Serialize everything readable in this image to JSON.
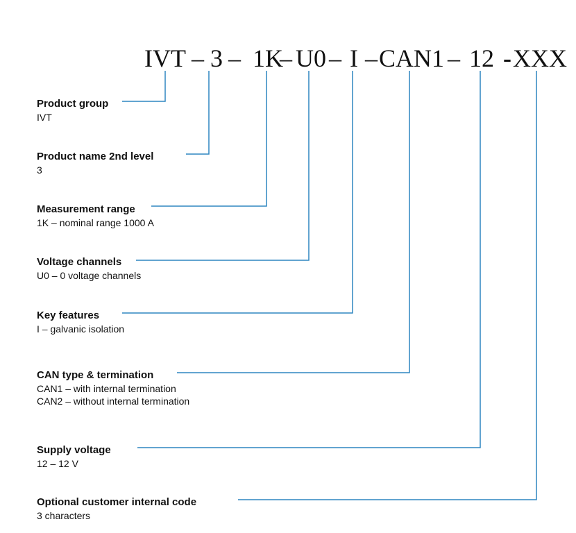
{
  "code_segments": [
    {
      "id": "ivt",
      "text": "IVT"
    },
    {
      "id": "d1",
      "text": "–"
    },
    {
      "id": "three",
      "text": "3"
    },
    {
      "id": "d2",
      "text": "–"
    },
    {
      "id": "onek",
      "text": "1K"
    },
    {
      "id": "d3",
      "text": "–"
    },
    {
      "id": "u0",
      "text": "U0"
    },
    {
      "id": "d4",
      "text": "–"
    },
    {
      "id": "i",
      "text": "I"
    },
    {
      "id": "d5",
      "text": "–"
    },
    {
      "id": "can1",
      "text": "CAN1"
    },
    {
      "id": "d6",
      "text": "–"
    },
    {
      "id": "twelve",
      "text": "12"
    },
    {
      "id": "d7",
      "text": "-"
    },
    {
      "id": "xxx",
      "text": "XXX"
    }
  ],
  "fields": [
    {
      "title": "Product group",
      "desc": [
        "IVT"
      ]
    },
    {
      "title": "Product name 2nd level",
      "desc": [
        "3"
      ]
    },
    {
      "title": "Measurement range",
      "desc": [
        "1K – nominal range 1000 A"
      ]
    },
    {
      "title": "Voltage channels",
      "desc": [
        "U0 – 0 voltage channels"
      ]
    },
    {
      "title": "Key features",
      "desc": [
        "I – galvanic isolation"
      ]
    },
    {
      "title": "CAN type & termination",
      "desc": [
        "CAN1 – with internal termination",
        "CAN2 – without internal termination"
      ]
    },
    {
      "title": "Supply voltage",
      "desc": [
        "12 – 12 V"
      ]
    },
    {
      "title": "Optional customer internal code",
      "desc": [
        "3 characters"
      ]
    }
  ],
  "colors": {
    "connector": "#2e86c1",
    "text": "#111111",
    "background": "#ffffff"
  }
}
